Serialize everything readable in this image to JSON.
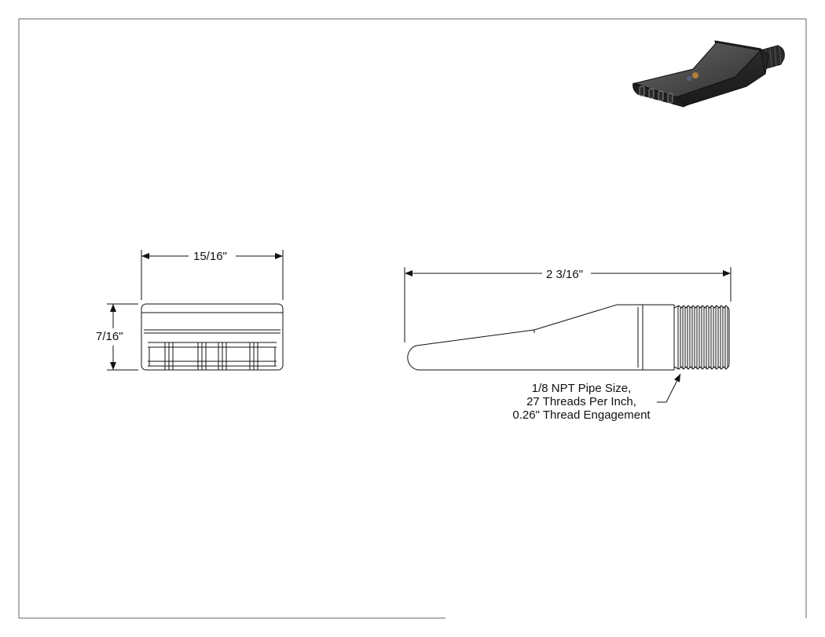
{
  "drawing": {
    "part": "flat air nozzle",
    "views": [
      "front-view",
      "side-view",
      "isometric-view"
    ]
  },
  "dimensions": {
    "front_width": "15/16\"",
    "front_height": "7/16\"",
    "side_length": "2 3/16\""
  },
  "note": {
    "lines": [
      "1/8 NPT Pipe Size,",
      "27 Threads Per Inch,",
      "0.26\" Thread Engagement"
    ]
  },
  "colors": {
    "line": "#111111",
    "frame": "#555555",
    "part_dark": "#3a3a3a"
  }
}
